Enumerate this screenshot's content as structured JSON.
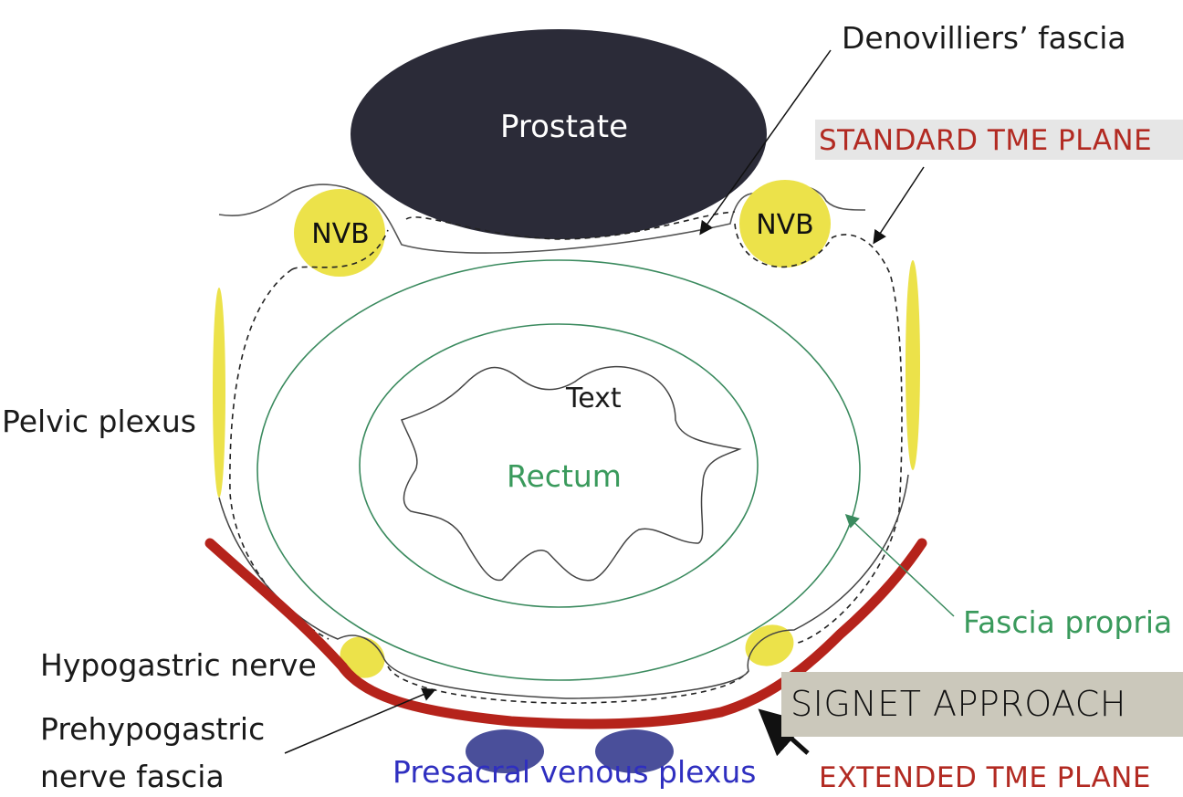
{
  "title": "Pelvic fascial planes around the rectum",
  "labels": {
    "prostate": "Prostate",
    "nvb_left": "NVB",
    "nvb_right": "NVB",
    "denovilliers": "Denovilliers’ fascia",
    "standard_tme": "STANDARD TME PLANE",
    "pelvic_plexus": "Pelvic plexus",
    "text_placeholder": "Text",
    "rectum": "Rectum",
    "fascia_propria": "Fascia propria",
    "hypogastric_nerve": "Hypogastric nerve",
    "prehypogastric_line1": "Prehypogastric",
    "prehypogastric_line2": "nerve fascia",
    "presacral": "Presacral venous plexus",
    "signet_approach": "SIGNET APPROACH",
    "extended_tme": "EXTENDED TME PLANE"
  },
  "colors": {
    "prostate": "#2b2b38",
    "nerve_yellow": "#ece24a",
    "fascia_green": "#3a8a5e",
    "extended_red": "#b5231b",
    "venous_blue": "#4a4f9a",
    "label_red": "#b22a22",
    "label_blue": "#2f2fc0",
    "signet_bg": "#cbc8bb"
  }
}
